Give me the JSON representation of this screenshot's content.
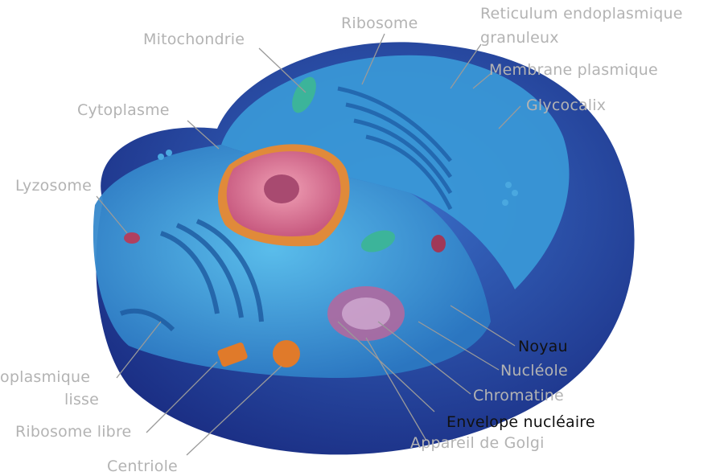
{
  "labels": {
    "ribosome": "Ribosome",
    "reticulum_granuleux_1": "Reticulum endoplasmique",
    "reticulum_granuleux_2": "granuleux",
    "mitochondrie": "Mitochondrie",
    "membrane_plasmique": "Membrane plasmique",
    "cytoplasme": "Cytoplasme",
    "glycocalix": "Glycocalix",
    "lyzosome": "Lyzosome",
    "noyau": "Noyau",
    "nucleole": "Nucléole",
    "reticulum_lisse_1": "oplasmique",
    "reticulum_lisse_2": "lisse",
    "chromatine": "Chromatine",
    "envelope_nucleaire": "Envelope nucléaire",
    "ribosome_libre": "Ribosome libre",
    "appareil_golgi": "Appareil de Golgi",
    "centriole": "Centriole"
  },
  "colors": {
    "label_grey": "#b3b3b3",
    "label_dark": "#111111",
    "cell_outer": "#1f3f9a",
    "cell_inner": "#2f7fc8",
    "cytoplasm_light": "#4fb3e6",
    "nucleus_pink": "#d9708f",
    "nucleus_rim": "#e08a3a",
    "golgi": "#b06aa0",
    "mitochondria": "#3cb49a",
    "centriole": "#e07a2a"
  }
}
